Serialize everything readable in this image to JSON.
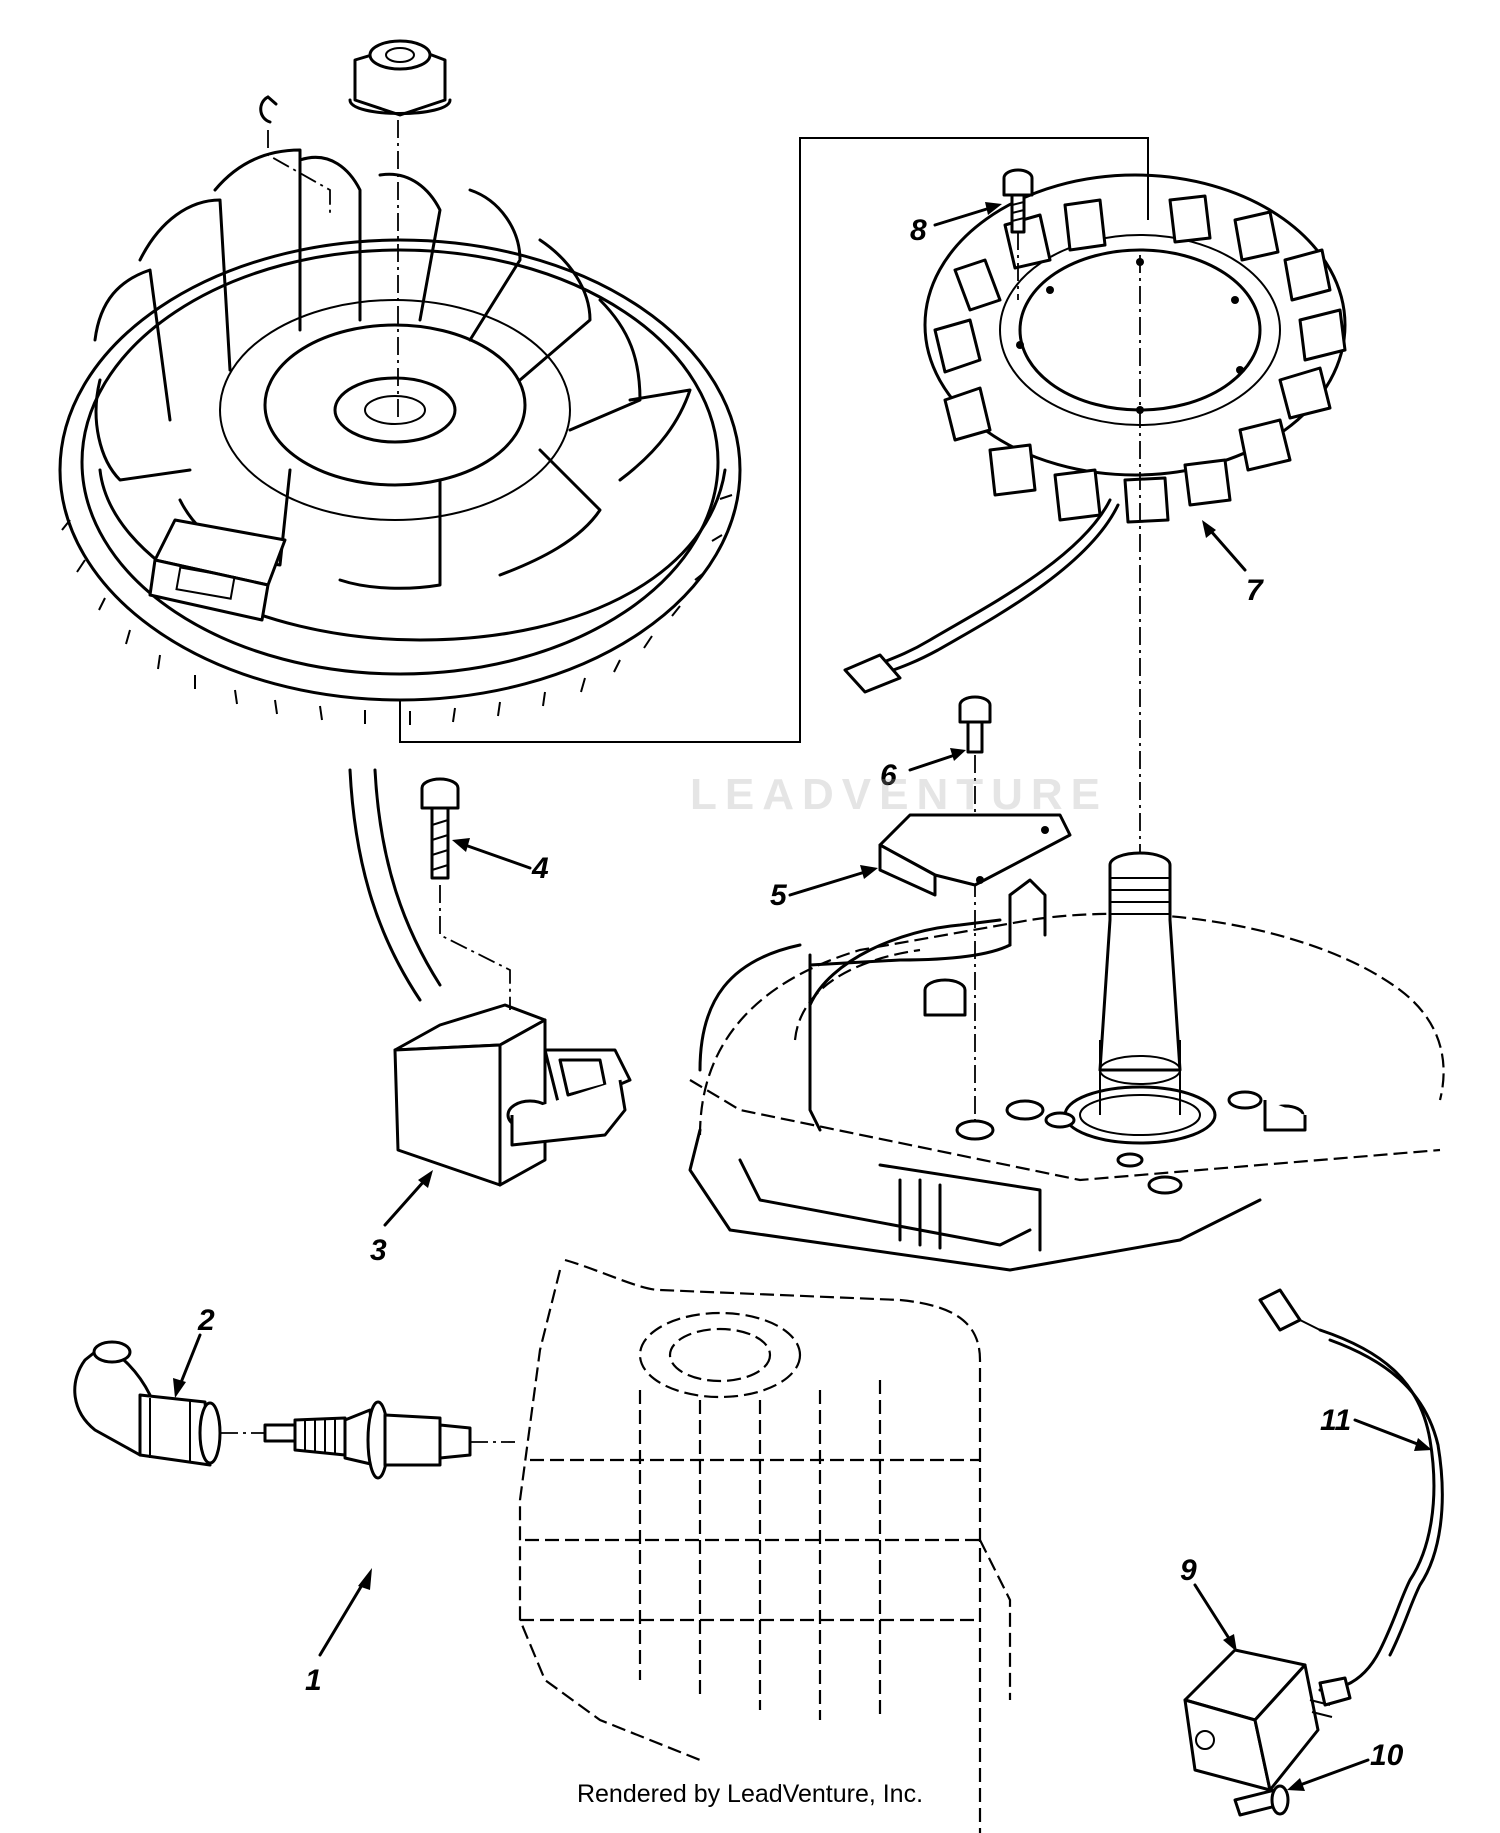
{
  "callouts": [
    {
      "number": "1"
    },
    {
      "number": "2"
    },
    {
      "number": "3"
    },
    {
      "number": "4"
    },
    {
      "number": "5"
    },
    {
      "number": "6"
    },
    {
      "number": "7"
    },
    {
      "number": "8"
    },
    {
      "number": "9"
    },
    {
      "number": "10"
    },
    {
      "number": "11"
    }
  ],
  "footer": {
    "credit": "Rendered by LeadVenture, Inc."
  },
  "watermark": {
    "text": "LEADVENTURE"
  }
}
